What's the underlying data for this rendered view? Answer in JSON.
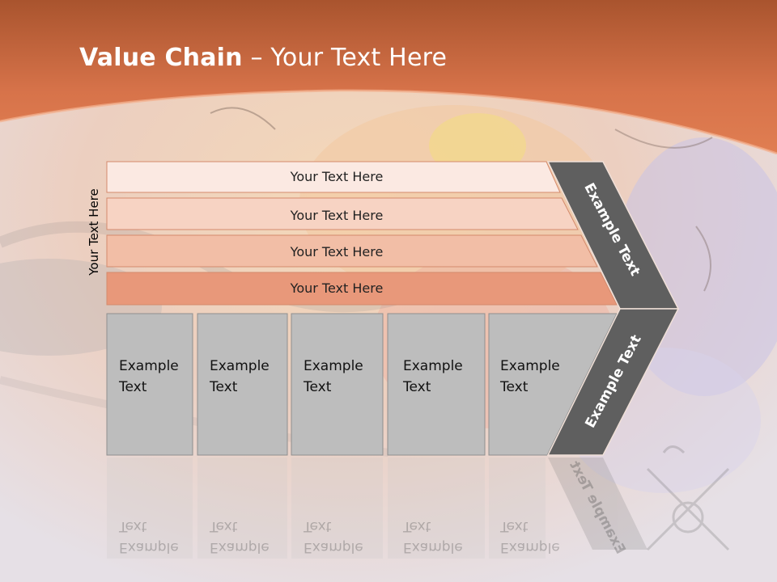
{
  "slide": {
    "title_bold": "Value Chain",
    "title_rest": " – Your Text Here",
    "side_label": "Your Text Here"
  },
  "rows": [
    {
      "label": "Your Text Here",
      "color": "#fbe9e2"
    },
    {
      "label": "Your Text Here",
      "color": "#f7d3c3"
    },
    {
      "label": "Your Text Here",
      "color": "#f2bea6"
    },
    {
      "label": "Your Text Here",
      "color": "#e8987a"
    }
  ],
  "boxes": [
    {
      "line1": "Example",
      "line2": "Text"
    },
    {
      "line1": "Example",
      "line2": "Text"
    },
    {
      "line1": "Example",
      "line2": "Text"
    },
    {
      "line1": "Example",
      "line2": "Text"
    },
    {
      "line1": "Example",
      "line2": "Text"
    }
  ],
  "chevron": {
    "upper_label": "Example Text",
    "lower_label": "Example Text",
    "color": "#5f5f5f"
  },
  "colors": {
    "header": "#d9734a",
    "box_fill": "#bdbdbd"
  }
}
